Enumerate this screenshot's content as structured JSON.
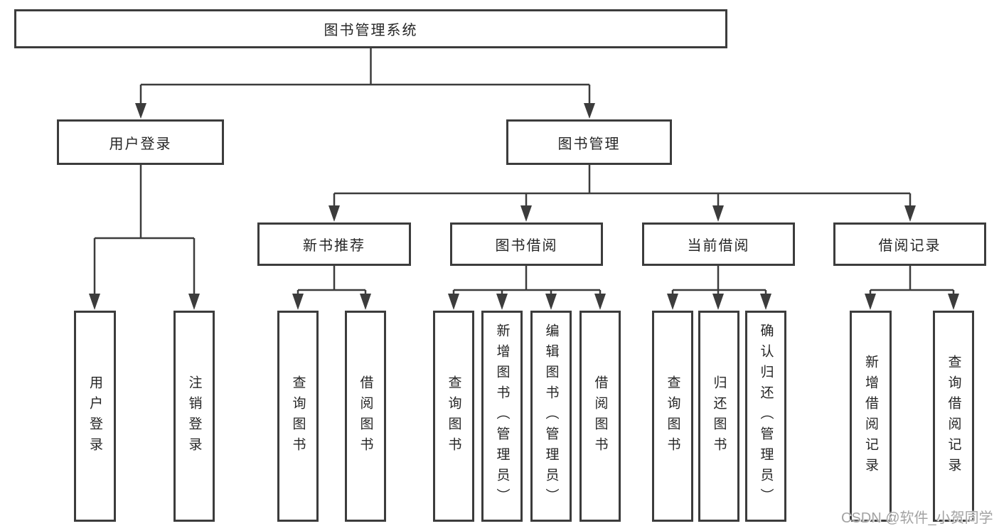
{
  "colors": {
    "line": "#3c3c3c",
    "box_border": "#3c3c3c",
    "text": "#262626",
    "watermark_text_color": "#a3a3a3",
    "background": "#ffffff"
  },
  "tree": {
    "label": "图书管理系统",
    "children": [
      {
        "label": "用户登录",
        "children": [
          {
            "label": "用户登录"
          },
          {
            "label": "注销登录"
          }
        ]
      },
      {
        "label": "图书管理",
        "children": [
          {
            "label": "新书推荐",
            "children": [
              {
                "label": "查询图书"
              },
              {
                "label": "借阅图书"
              }
            ]
          },
          {
            "label": "图书借阅",
            "children": [
              {
                "label": "查询图书"
              },
              {
                "label": "新增图书（管理员）"
              },
              {
                "label": "编辑图书（管理员）"
              },
              {
                "label": "借阅图书"
              }
            ]
          },
          {
            "label": "当前借阅",
            "children": [
              {
                "label": "查询图书"
              },
              {
                "label": "归还图书"
              },
              {
                "label": "确认归还（管理员）"
              }
            ]
          },
          {
            "label": "借阅记录",
            "children": [
              {
                "label": "新增借阅记录"
              },
              {
                "label": "查询借阅记录"
              }
            ]
          }
        ]
      }
    ]
  },
  "watermark": {
    "text": "CSDN @软件_小贺同学"
  }
}
